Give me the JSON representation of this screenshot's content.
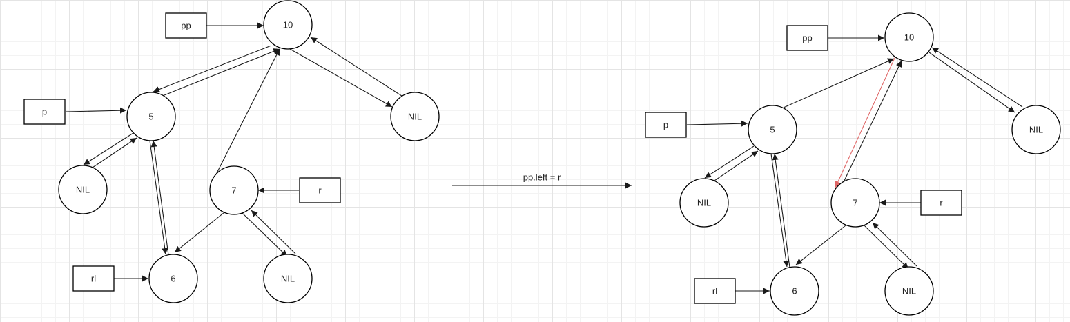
{
  "colors": {
    "stroke": "#1a1a1a",
    "highlight": "#e06666"
  },
  "operation": {
    "label": "pp.left = r"
  },
  "before": {
    "nodes": {
      "n10": "10",
      "n5": "5",
      "nil10": "NIL",
      "nil5": "NIL",
      "n7": "7",
      "n6": "6",
      "nil7": "NIL"
    },
    "pointers": {
      "pp": "pp",
      "p": "p",
      "r": "r",
      "rl": "rl"
    }
  },
  "after": {
    "nodes": {
      "n10": "10",
      "n5": "5",
      "nil10": "NIL",
      "nil5": "NIL",
      "n7": "7",
      "n6": "6",
      "nil7": "NIL"
    },
    "pointers": {
      "pp": "pp",
      "p": "p",
      "r": "r",
      "rl": "rl"
    }
  }
}
